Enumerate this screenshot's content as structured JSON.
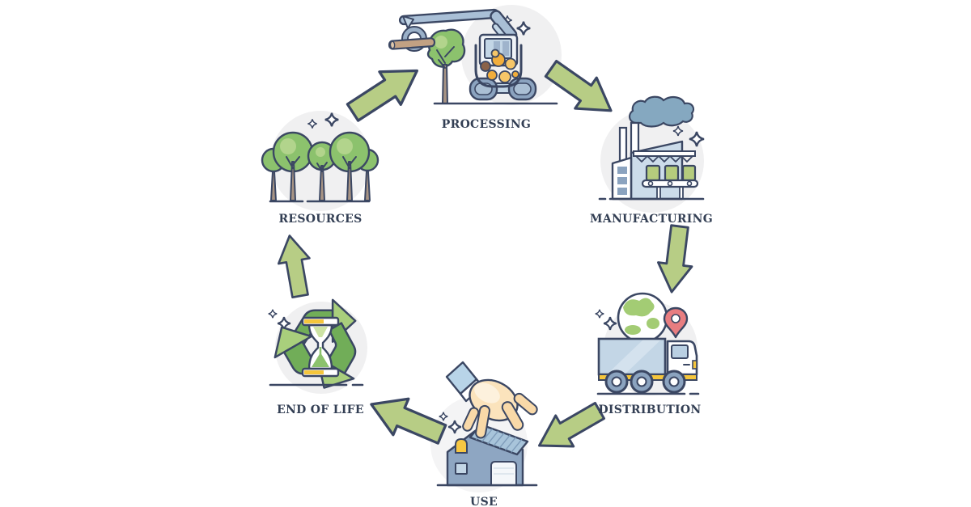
{
  "diagram": {
    "type": "cycle",
    "stages": [
      {
        "id": "resources",
        "label": "RESOURCES",
        "icon": "forest-trees-icon"
      },
      {
        "id": "processing",
        "label": "PROCESSING",
        "icon": "log-harvester-icon"
      },
      {
        "id": "manufacturing",
        "label": "MANUFACTURING",
        "icon": "factory-conveyor-icon"
      },
      {
        "id": "distribution",
        "label": "DISTRIBUTION",
        "icon": "truck-globe-pin-icon"
      },
      {
        "id": "use",
        "label": "USE",
        "icon": "hand-placing-house-icon"
      },
      {
        "id": "end_of_life",
        "label": "END OF LIFE",
        "icon": "recycle-hourglass-icon"
      }
    ],
    "connections": [
      {
        "from": "resources",
        "to": "processing"
      },
      {
        "from": "processing",
        "to": "manufacturing"
      },
      {
        "from": "manufacturing",
        "to": "distribution"
      },
      {
        "from": "distribution",
        "to": "use"
      },
      {
        "from": "use",
        "to": "end_of_life"
      },
      {
        "from": "end_of_life",
        "to": "resources"
      }
    ],
    "colors": {
      "outline_navy": "#3b4763",
      "label_navy": "#333f54",
      "arrow_green": "#b7cd85",
      "leaf_green": "#8cc26d",
      "leaf_light_green": "#b2d48c",
      "recycle_dark_green": "#71ad58",
      "recycle_light_green": "#a9cf7c",
      "background_circle_gray": "#f0f0f1",
      "machine_blue": "#a9bfd6",
      "steel_blue": "#8ba3bf",
      "window_blue": "#c3d6e6",
      "smoke_blue": "#85a8c0",
      "log_orange": "#f2ae3c",
      "log_tan": "#c2a183",
      "accent_yellow": "#f5c63c",
      "pin_red": "#e87d80",
      "skin": "#fbe3bc",
      "house_wall_blue": "#8ea6c2",
      "house_roof_blue": "#a8c4da"
    }
  }
}
